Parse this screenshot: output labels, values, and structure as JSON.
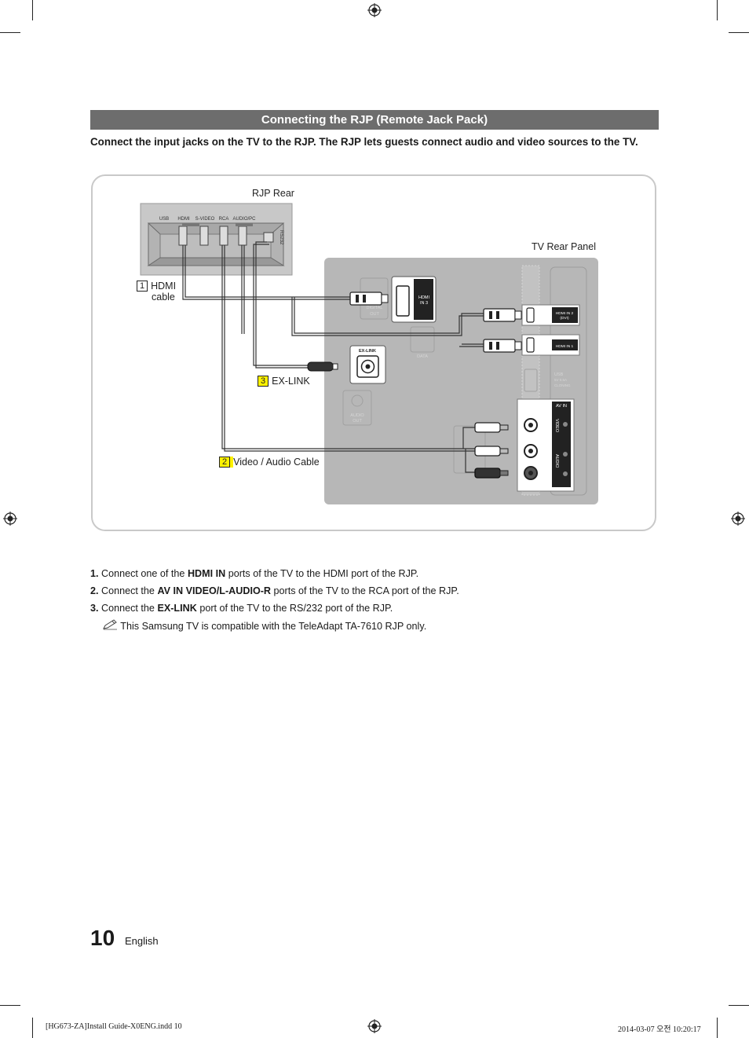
{
  "section": {
    "title": "Connecting the RJP (Remote Jack Pack)"
  },
  "intro": "Connect the input jacks on the TV to the RJP. The RJP lets guests connect audio and video sources to the TV.",
  "diagram": {
    "rjp_rear_label": "RJP Rear",
    "tv_rear_label": "TV Rear Panel",
    "rjp_ports": [
      "USB",
      "HDMI",
      "S-VIDEO",
      "RCA",
      "AUDIO/PC"
    ],
    "rjp_rs232": "RS232",
    "callout1": {
      "num": "1",
      "line1": "HDMI",
      "line2": "cable"
    },
    "callout2": {
      "num": "2",
      "text": "Video / Audio Cable"
    },
    "callout3": {
      "num": "3",
      "text": "EX-LINK"
    },
    "tv_ports": {
      "hdmi3_line1": "HDMI",
      "hdmi3_line2": "IN 3",
      "hdmi2_line1": "HDMI IN 2",
      "hdmi2_line2": "(DVI)",
      "hdmi1": "HDMI IN 1",
      "exlink": "EX-LINK",
      "data": "DATA",
      "audio_out_line1": "AUDIO",
      "audio_out_line2": "OUT",
      "optical_line1": "DIGITAL",
      "optical_line2": "OUT",
      "usb_line1": "USB",
      "usb_line2": "5V 0.5A",
      "usb_line3": "CLONING",
      "av_in": "AV IN",
      "video": "VIDEO",
      "audio": "AUDIO"
    }
  },
  "steps": [
    {
      "num": "1.",
      "pre": "Connect one of the",
      "bold": "HDMI IN",
      "post": "ports of the TV to the HDMI port of the RJP."
    },
    {
      "num": "2.",
      "pre": "Connect the",
      "bold": "AV IN VIDEO/L-AUDIO-R",
      "post": "ports of the TV to the RCA port of the RJP."
    },
    {
      "num": "3.",
      "pre": "Connect the",
      "bold": "EX-LINK",
      "post": "port of the TV to the RS/232 port of the RJP."
    }
  ],
  "note": {
    "icon": "pencil-note-icon",
    "text": "This Samsung TV is compatible with the TeleAdapt TA-7610 RJP only."
  },
  "page": {
    "number": "10",
    "language": "English"
  },
  "footer": {
    "left": "[HG673-ZA]Install Guide-X0ENG.indd   10",
    "right": "2014-03-07   오전 10:20:17"
  }
}
